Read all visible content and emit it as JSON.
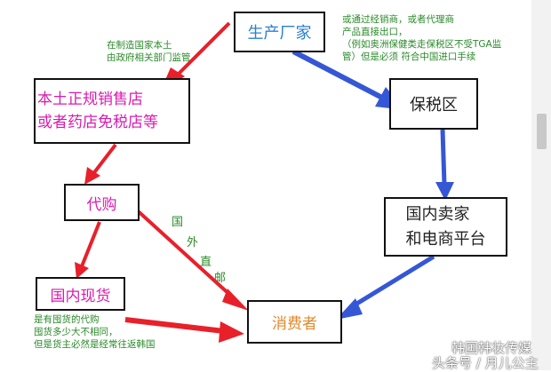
{
  "nodes": {
    "manufacturer": "生产厂家",
    "local_retail": [
      "本土正规销售店",
      "或者药店免税店等"
    ],
    "bonded_zone": "保税区",
    "daigou": "代购",
    "domestic_seller": [
      "国内卖家",
      "和电商平台"
    ],
    "domestic_spot": "国内现货",
    "consumer": "消费者"
  },
  "notes": {
    "regulation": [
      "在制造国家本土",
      "由政府相关部门监管"
    ],
    "import": [
      "或通过经销商，或者代理商",
      "产品直接出口，",
      "（例如奥洲保健类走保税区不受TGA监",
      "管）但是必须 符合中国进口手续"
    ],
    "overseas_mail": [
      "国",
      "外",
      "直",
      "邮"
    ],
    "spot_goods": [
      "是有囤货的代购",
      "囤货多少大不相同，",
      "但是货主必然是经常往返韩国"
    ]
  },
  "watermark": [
    "韩国韩妆传媒",
    "头条号 / 月儿公主"
  ],
  "colors": {
    "red_arrow": "#e8202a",
    "blue_arrow": "#3557d6",
    "note_green": "#2a8a2a",
    "magenta_text": "#d81bb0",
    "blue_text": "#2b7fd0",
    "orange_text": "#e08a2b"
  }
}
